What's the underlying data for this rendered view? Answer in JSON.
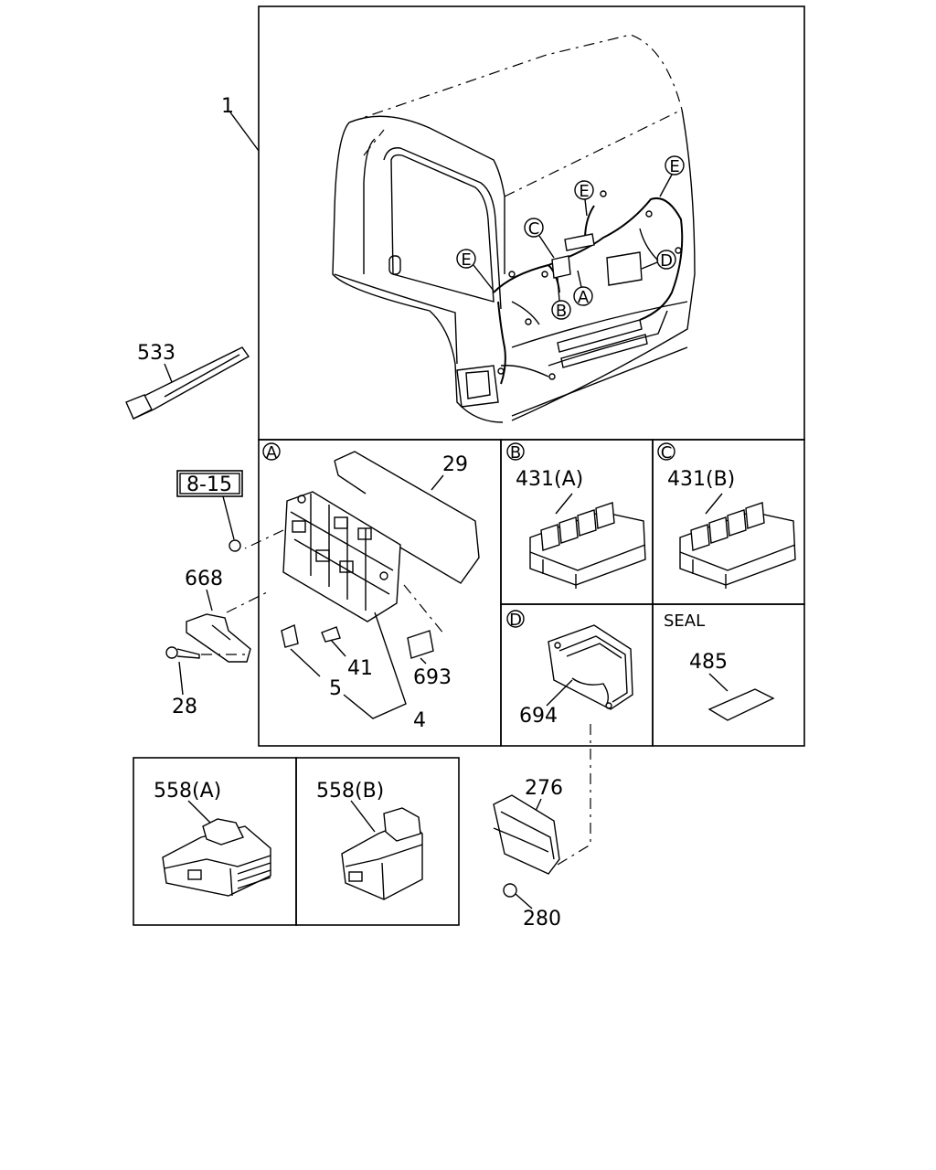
{
  "diagram": {
    "callouts": {
      "p1": "1",
      "p533": "533",
      "ref_8_15": "8-15",
      "p668": "668",
      "p28": "28",
      "p29": "29",
      "p41": "41",
      "p5": "5",
      "p4": "4",
      "p693": "693",
      "p431a": "431(A)",
      "p431b": "431(B)",
      "p694": "694",
      "p485": "485",
      "p558a": "558(A)",
      "p558b": "558(B)",
      "p276": "276",
      "p280": "280"
    },
    "detail_tags": {
      "A": "A",
      "B": "B",
      "C": "C",
      "D": "D",
      "E": "E"
    },
    "seal_label": "SEAL"
  }
}
